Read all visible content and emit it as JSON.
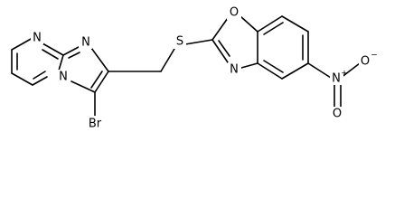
{
  "molecule": {
    "atoms": {
      "n_pyrimidine_top": "N",
      "n_imidazole_top": "N",
      "n_bridgehead": "N",
      "bromine": "Br",
      "sulfur": "S",
      "o_oxazole": "O",
      "n_oxazole": "N",
      "n_nitro": "N",
      "n_nitro_charge": "+",
      "o_nitro_top": "O",
      "o_nitro_top_charge": "−",
      "o_nitro_bottom": "O"
    }
  }
}
